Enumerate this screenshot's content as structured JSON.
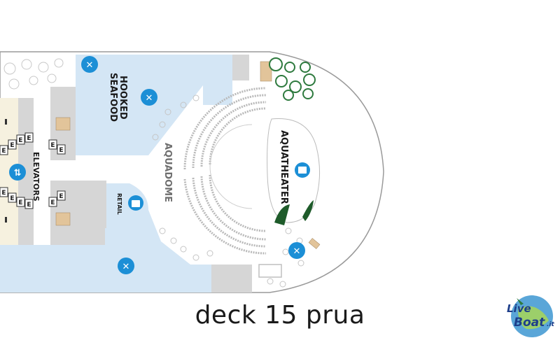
{
  "caption": "deck 15 prua",
  "labels": {
    "hooked_line1": "HOOKED",
    "hooked_line2": "SEAFOOD",
    "elevators": "ELEVATORS",
    "aquadome": "AQUADOME",
    "aquatheater": "AQUATHEATER",
    "retail": "RETAIL",
    "elevator_letter": "E"
  },
  "logo": {
    "word1": "Live",
    "word2": "Boat",
    "suffix": ".it"
  },
  "colors": {
    "water": "#d4e6f5",
    "gray": "#d6d6d6",
    "cream": "#f6f1df",
    "icon": "#1c8fd6",
    "hull_line": "#9a9a9a",
    "green": "#1e5b2a"
  },
  "icons": {
    "dining": "fork-knife-icon",
    "elevator": "elevator-arrows-icon",
    "retail": "shopping-bag-icon",
    "theater": "theater-seat-icon"
  }
}
